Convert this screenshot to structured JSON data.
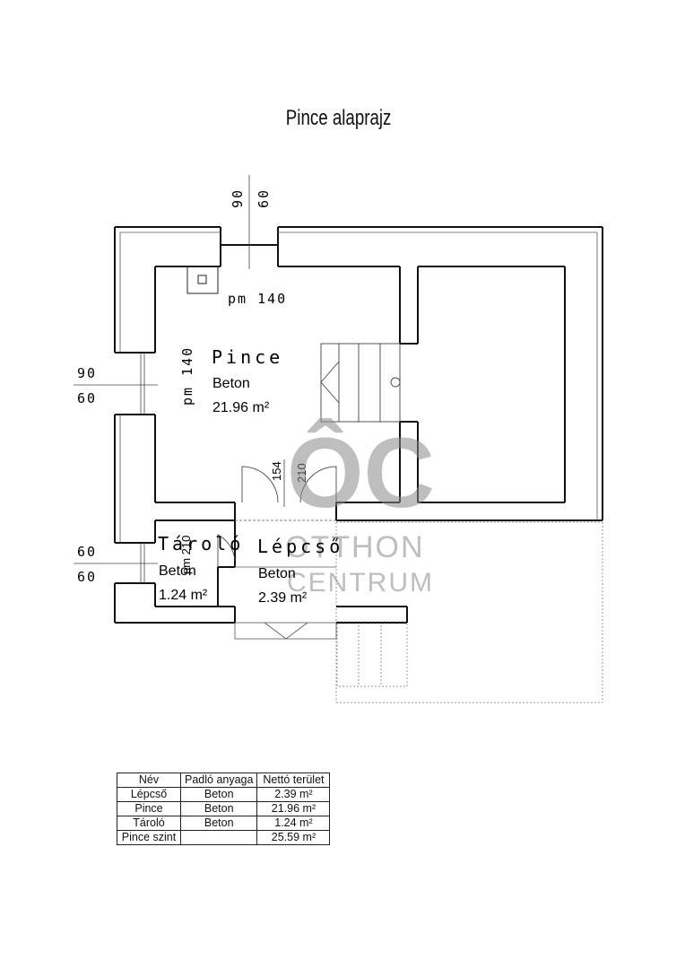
{
  "title": "Pince alaprajz",
  "rooms": [
    {
      "name": "Pince",
      "floor": "Beton",
      "area": "21.96 m²"
    },
    {
      "name": "Tároló",
      "floor": "Beton",
      "area": "1.24 m²"
    },
    {
      "name": "Lépcső",
      "floor": "Beton",
      "area": "2.39 m²"
    }
  ],
  "dimensions": {
    "top_window_a": "90",
    "top_window_b": "60",
    "left_window_a": "90",
    "left_window_b": "60",
    "lower_window_a": "60",
    "lower_window_b": "60",
    "pm_top": "pm 140",
    "pm_left": "pm 140",
    "pm_small": "pm 210",
    "door_154": "154",
    "door_210": "210"
  },
  "watermark": {
    "logo": "ÔC",
    "line1": "OTTHON",
    "line2": "CENTRUM"
  },
  "table": {
    "headers": [
      "Név",
      "Padló anyaga",
      "Nettó terület"
    ],
    "rows": [
      [
        "Lépcső",
        "Beton",
        "2.39 m²"
      ],
      [
        "Pince",
        "Beton",
        "21.96 m²"
      ],
      [
        "Tároló",
        "Beton",
        "1.24 m²"
      ],
      [
        "Pince szint",
        "",
        "25.59 m²"
      ]
    ]
  }
}
